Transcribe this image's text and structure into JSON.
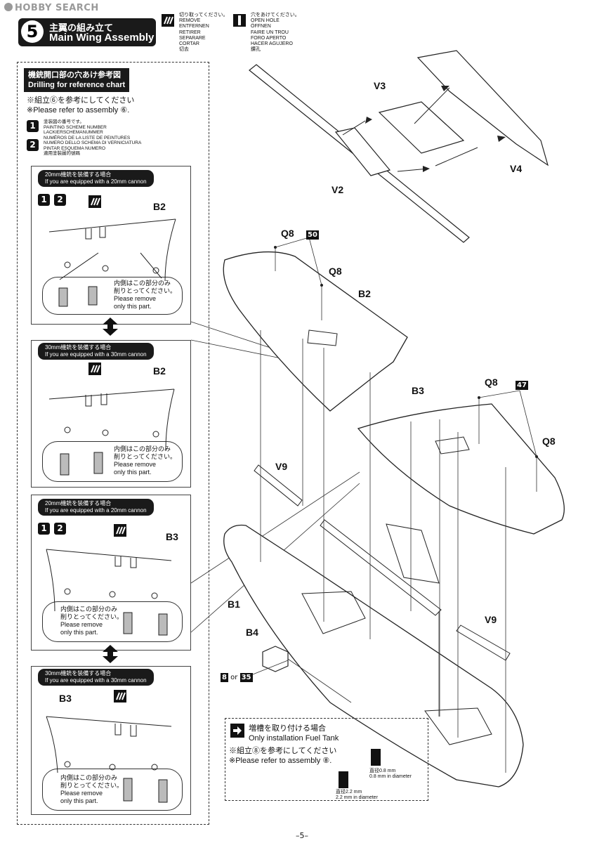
{
  "watermark": "HOBBY SEARCH",
  "step": {
    "number": "5",
    "title_jp": "主翼の組み立て",
    "title_en": "Main Wing Assembly"
  },
  "legend": {
    "remove": [
      "切り取ってください。",
      "REMOVE",
      "ENTFERNEN",
      "RETIRER",
      "SEPARARE",
      "CORTAR",
      "切去"
    ],
    "hole": [
      "穴をあけてください。",
      "OPEN HOLE",
      "ÖFFNEN",
      "FAIRE UN TROU",
      "FORO APERTO",
      "HACER AGUJERO",
      "鑽孔"
    ]
  },
  "reference": {
    "title_jp": "機銃開口部の穴あけ参考図",
    "title_en": "Drilling for reference chart",
    "note_jp": "※組立⑥を参考にしてください",
    "note_en": "※Please refer to assembly ⑥.",
    "paint_nums": [
      "1",
      "2"
    ],
    "paint_text": [
      "塗装図の番号です。",
      "PAINTING SCHEME NUMBER",
      "LACKIERSCHEMANUMMER",
      "NUMÉROS DE LA LISTE DE PEINTURES",
      "NUMERO DELLO SCHEMA DI VERNICIATURA",
      "PINTAR ESQUEMA NUMERO",
      "適用塗裝圖的號碼"
    ]
  },
  "panels": [
    {
      "jp": "20mm機銃を装備する場合",
      "en": "If you are equipped with a 20mm cannon",
      "part": "B2",
      "show_nums": true
    },
    {
      "jp": "30mm機銃を装備する場合",
      "en": "If you are equipped with a 30mm  cannon",
      "part": "B2",
      "show_nums": false
    },
    {
      "jp": "20mm機銃を装備する場合",
      "en": "If you are equipped with a 20mm cannon",
      "part": "B3",
      "show_nums": true
    },
    {
      "jp": "30mm機銃を装備する場合",
      "en": "If you are equipped with a 30mm  cannon",
      "part": "B3",
      "show_nums": false
    }
  ],
  "remove_text": {
    "jp1": "内側はこの部分のみ",
    "jp2": "削りとってください。",
    "en1": "Please remove",
    "en2": "only this part."
  },
  "parts": {
    "V3": "V3",
    "V2": "V2",
    "V4": "V4",
    "Q8": "Q8",
    "B2": "B2",
    "B3": "B3",
    "V9": "V9",
    "B1": "B1",
    "B4": "B4",
    "n50": "50",
    "n47": "47",
    "n8": "8",
    "n35": "35",
    "or": "or"
  },
  "fuel": {
    "jp": "増槽を取り付ける場合",
    "en": "Only installation Fuel Tank",
    "note_jp": "※組立⑧を参考にしてください",
    "note_en": "※Please refer to assembly ⑧.",
    "drill1_jp": "直径0.8 mm",
    "drill1_en": "0.8 mm in diameter",
    "drill2_jp": "直径2.2 mm",
    "drill2_en": "2.2 mm in diameter"
  },
  "page_number": "–5–"
}
